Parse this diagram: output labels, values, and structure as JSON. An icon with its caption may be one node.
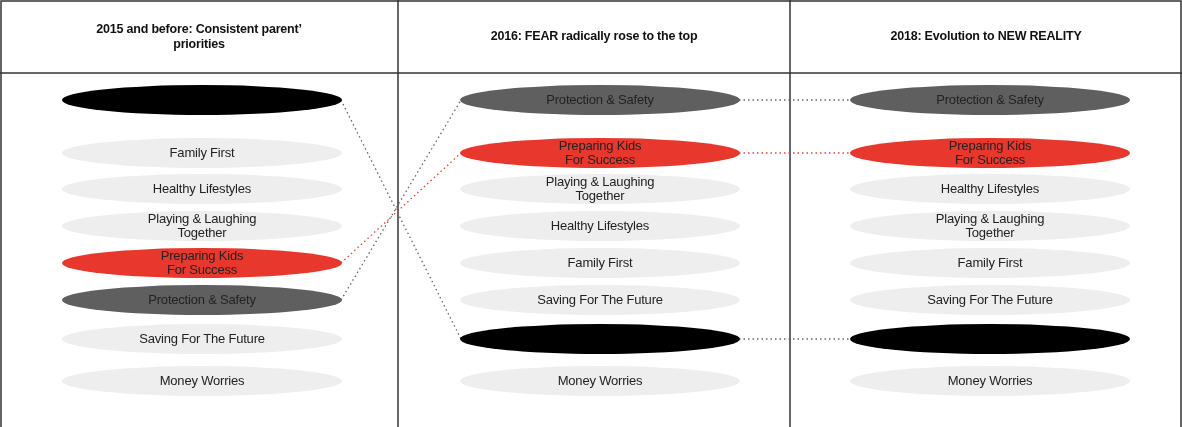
{
  "diagram": {
    "nodes": [
      {
        "text": [
          "2015 and before: Consistent parent’ priorities"
        ]
      },
      {
        "text": [
          "2016: FEAR radically rose to the top"
        ]
      },
      {
        "text": [
          "2018: Evolution to NEW REALITY"
        ]
      },
      {
        "text": [],
        "shape": "ellipse"
      },
      {
        "text": [
          "Family First"
        ]
      },
      {
        "text": [
          "Healthy Lifestyles"
        ]
      },
      {
        "text": [
          "Playing & Laughing Together"
        ]
      },
      {
        "text": [
          "Preparing Kids For Success"
        ]
      },
      {
        "text": [
          "Protection & Safety"
        ]
      },
      {
        "text": [
          "Saving For The Future"
        ]
      },
      {
        "text": [
          "Money Worries"
        ]
      },
      {
        "text": [
          "Protection & Safety"
        ]
      },
      {
        "text": [
          "Preparing Kids For Success"
        ]
      },
      {
        "text": [
          "Playing & Laughing Together"
        ]
      },
      {
        "text": [
          "Healthy Lifestyles"
        ]
      },
      {
        "text": [
          "Family First"
        ]
      },
      {
        "text": [
          "Saving For The Future"
        ]
      },
      {
        "text": [],
        "shape": "ellipse"
      },
      {
        "text": [
          "Money Worries"
        ]
      },
      {
        "text": [
          "Protection & Safety"
        ]
      },
      {
        "text": [
          "Preparing Kids For Success"
        ]
      },
      {
        "text": [
          "Healthy Lifestyles"
        ]
      },
      {
        "text": [
          "Playing & Laughing Together"
        ]
      },
      {
        "text": [
          "Family First"
        ]
      },
      {
        "text": [
          "Saving For The Future"
        ]
      },
      {
        "text": [],
        "shape": "ellipse"
      },
      {
        "text": [
          "Money Worries"
        ]
      }
    ],
    "edges": [
      {
        "from": 3,
        "to": 17,
        "arrow": "none",
        "style": "dashed"
      },
      {
        "from": 7,
        "to": 12,
        "arrow": "none",
        "style": "dashed",
        "color": "#e8412f"
      },
      {
        "from": 8,
        "to": 11,
        "arrow": "none",
        "style": "dashed"
      },
      {
        "from": 11,
        "to": 19,
        "arrow": "none",
        "style": "dashed"
      },
      {
        "from": 12,
        "to": 20,
        "arrow": "none",
        "style": "dashed",
        "color": "#e8412f"
      },
      {
        "from": 17,
        "to": 25,
        "arrow": "none",
        "style": "dashed"
      }
    ]
  }
}
